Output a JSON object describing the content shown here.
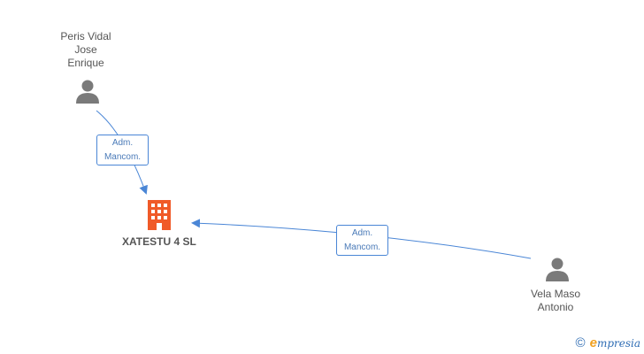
{
  "people": [
    {
      "name": "Peris Vidal\nJose\nEnrique",
      "icon": "person-icon"
    },
    {
      "name": "Vela Maso\nAntonio",
      "icon": "person-icon"
    }
  ],
  "company": {
    "name": "XATESTU 4 SL",
    "icon": "building-icon",
    "color": "#f05a28"
  },
  "edges": [
    {
      "label": "Adm.\nMancom."
    },
    {
      "label": "Adm.\nMancom."
    }
  ],
  "colors": {
    "edge": "#4a86d6",
    "person": "#7a7a7a"
  },
  "watermark": {
    "copyright_symbol": "©",
    "brand_initial": "e",
    "brand_rest": "mpresia"
  }
}
